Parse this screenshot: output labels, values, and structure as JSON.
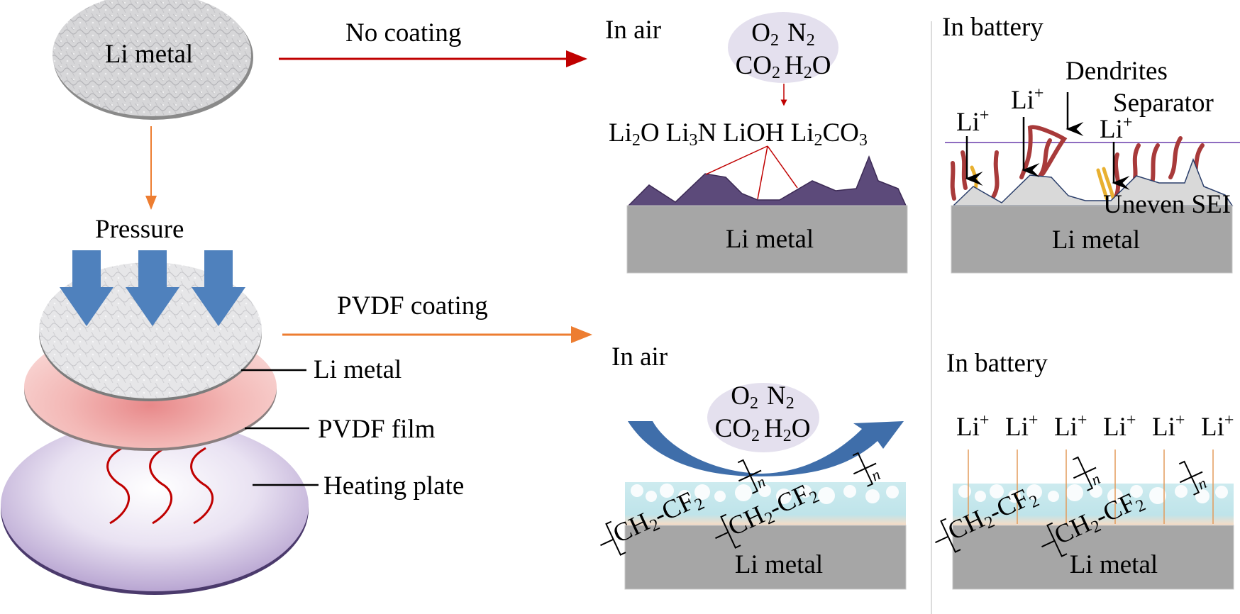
{
  "left": {
    "top_disk_label": "Li metal",
    "pressure_label": "Pressure",
    "stack_labels": {
      "li_metal": "Li metal",
      "pvdf_film": "PVDF film",
      "heating_plate": "Heating plate"
    }
  },
  "routes": {
    "no_coating": "No coating",
    "pvdf_coating": "PVDF coating"
  },
  "top_air": {
    "title": "In air",
    "gases_line1": [
      "O",
      "2",
      "N",
      "2"
    ],
    "gases_line2": [
      "CO",
      "2",
      "H",
      "2",
      "O"
    ],
    "products": [
      {
        "base": "Li",
        "sub": "2",
        "tail": "O"
      },
      {
        "base": "Li",
        "sub": "3",
        "tail": "N"
      },
      {
        "base": "LiOH",
        "sub": "",
        "tail": ""
      },
      {
        "base": "Li",
        "sub": "2",
        "tail": "CO",
        "sub2": "3"
      }
    ],
    "substrate": "Li metal"
  },
  "top_battery": {
    "title": "In battery",
    "dendrites": "Dendrites",
    "separator": "Separator",
    "ion": "Li",
    "ion_charge": "+",
    "sei": "Uneven SEI",
    "substrate": "Li metal"
  },
  "bottom_air": {
    "title": "In air",
    "gases_line1": [
      "O",
      "2",
      "N",
      "2"
    ],
    "gases_line2": [
      "CO",
      "2",
      "H",
      "2",
      "O"
    ],
    "polymer": {
      "a": "CH",
      "a_sub": "2",
      "b": "-CF",
      "b_sub": "2",
      "n": "n"
    },
    "substrate": "Li metal"
  },
  "bottom_battery": {
    "title": "In battery",
    "ions": [
      "Li",
      "Li",
      "Li",
      "Li",
      "Li",
      "Li"
    ],
    "ion_charge": "+",
    "polymer": {
      "a": "CH",
      "a_sub": "2",
      "b": "-CF",
      "b_sub": "2",
      "n": "n"
    },
    "substrate": "Li metal"
  },
  "colors": {
    "red_arrow": "#c00000",
    "orange_arrow": "#ed7d31",
    "blue_arrow": "#4f81bd",
    "purple_layer": "#5c4a7a",
    "gray_metal": "#a6a6a6",
    "gas_cloud": "#e4e0ee",
    "separator": "#8e6cc0",
    "pvdf_layer": "#bfe6ec"
  }
}
